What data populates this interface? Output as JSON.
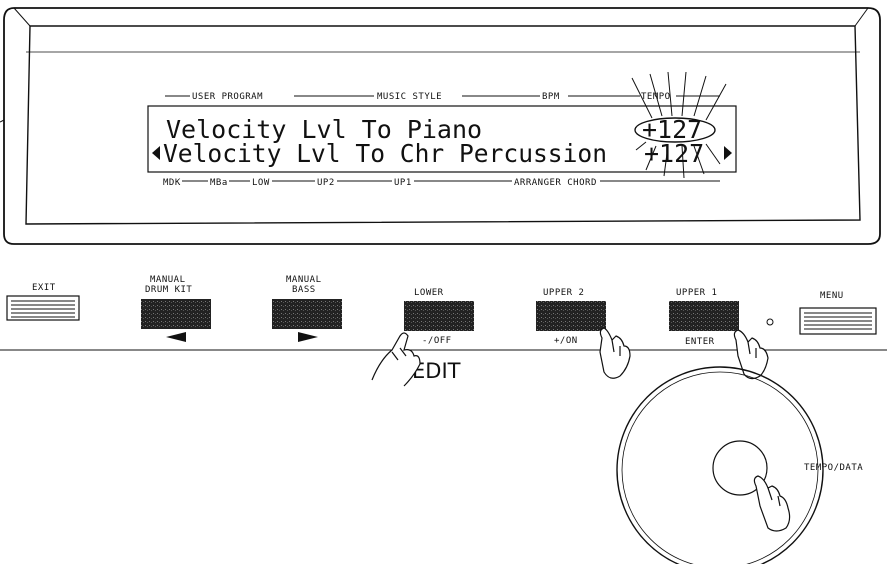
{
  "display": {
    "header_labels": {
      "user_program": "USER PROGRAM",
      "music_style": "MUSIC STYLE",
      "bpm": "BPM",
      "tempo": "TEMPO"
    },
    "line1": "Velocity Lvl To Piano",
    "line2": "Velocity Lvl To Chr Percussion",
    "value1": "+127",
    "value2": "+127",
    "footer_labels": {
      "mdk": "MDK",
      "mba": "MBa",
      "low": "LOW",
      "up2": "UP2",
      "up1": "UP1",
      "arranger_chord": "ARRANGER CHORD"
    }
  },
  "buttons": {
    "exit": "EXIT",
    "manual_drum_kit": [
      "MANUAL",
      "DRUM KIT"
    ],
    "manual_bass": [
      "MANUAL",
      "BASS"
    ],
    "lower": "LOWER",
    "lower_sub": "-/OFF",
    "upper2": "UPPER 2",
    "upper2_sub": "+/ON",
    "upper1": "UPPER 1",
    "upper1_sub": "ENTER",
    "menu": "MENU"
  },
  "edit_label": "EDIT",
  "dial_label": "TEMPO/DATA"
}
